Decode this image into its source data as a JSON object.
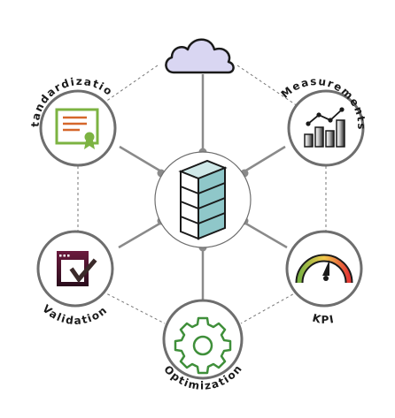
{
  "nodes": {
    "top": {
      "label": "",
      "icon": "cloud-icon"
    },
    "center": {
      "label": "",
      "icon": "server-stack-icon"
    },
    "standardization": {
      "label": "Standardization",
      "icon": "certificate-icon"
    },
    "measurements": {
      "label": "Measurements",
      "icon": "bar-line-chart-icon"
    },
    "validation": {
      "label": "Validation",
      "icon": "window-checkmark-icon"
    },
    "kpi": {
      "label": "KPI",
      "icon": "speedometer-gauge-icon"
    },
    "optimization": {
      "label": "Optimization",
      "icon": "gear-icon"
    }
  },
  "colors": {
    "connector": "#8a8a8a",
    "circle_stroke": "#6e6e6e",
    "cloud_fill": "#d9d6f2",
    "server_teal": "#8fc7c9",
    "certificate": "#7cb342",
    "certificate_lines": "#d5672b",
    "validation": "#5a1432",
    "checkmark": "#3b2a2a",
    "gear": "#3f8f3a",
    "gauge_red": "#e53935",
    "gauge_green": "#7cb342"
  }
}
